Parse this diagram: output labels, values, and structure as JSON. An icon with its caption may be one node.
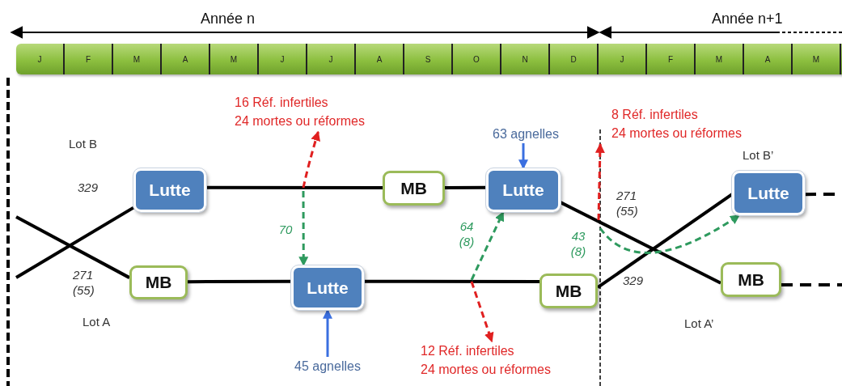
{
  "diagram": {
    "nodes": [
      {
        "text": [
          "Lutte"
        ]
      },
      {
        "text": [
          "MB"
        ]
      },
      {
        "text": [
          "Lutte"
        ]
      },
      {
        "text": [
          "Lutte"
        ]
      },
      {
        "text": [
          "MB"
        ]
      },
      {
        "text": [
          "Lutte"
        ]
      },
      {
        "text": [
          "MB"
        ]
      },
      {
        "text": [
          "MB"
        ]
      },
      {
        "text": [
          "16 Réf. infertiles",
          "24 mortes ou réformes"
        ]
      },
      {
        "text": [
          "63 agnelles"
        ]
      },
      {
        "text": [
          "8 Réf. infertiles",
          "24 mortes ou réformes"
        ]
      },
      {
        "text": [
          "45 agnelles"
        ]
      },
      {
        "text": [
          "12 Réf. infertiles",
          "24 mortes ou réformes"
        ]
      }
    ],
    "edges": [
      {
        "from": null,
        "to": 4,
        "arrow": "none"
      },
      {
        "from": null,
        "to": 0,
        "arrow": "none"
      },
      {
        "from": 0,
        "to": 1,
        "arrow": "none"
      },
      {
        "from": 1,
        "to": 2,
        "arrow": "none"
      },
      {
        "from": 4,
        "to": 5,
        "arrow": "none"
      },
      {
        "from": 5,
        "to": 6,
        "arrow": "none"
      },
      {
        "from": 2,
        "to": 7,
        "arrow": "none"
      },
      {
        "from": 6,
        "to": 3,
        "arrow": "none"
      },
      {
        "from": 3,
        "to": null,
        "arrow": "none",
        "style": "dashed"
      },
      {
        "from": 7,
        "to": null,
        "arrow": "none",
        "style": "dashed"
      },
      {
        "from": null,
        "to": 8,
        "arrow": "to",
        "style": "dashed",
        "color": "#e02020"
      },
      {
        "from": null,
        "to": 12,
        "arrow": "to",
        "style": "dashed",
        "color": "#e02020"
      },
      {
        "from": null,
        "to": 10,
        "arrow": "to",
        "style": "dashed",
        "color": "#e02020"
      },
      {
        "from": 9,
        "to": 2,
        "arrow": "to",
        "color": "#3a6fe0"
      },
      {
        "from": 11,
        "to": 5,
        "arrow": "to",
        "color": "#3a6fe0"
      },
      {
        "from": null,
        "to": 5,
        "arrow": "to",
        "label": "70",
        "style": "dashed",
        "color": "#2e9a5e"
      },
      {
        "from": null,
        "to": 2,
        "arrow": "to",
        "label": "64 (8)",
        "style": "dashed",
        "color": "#2e9a5e"
      },
      {
        "from": null,
        "to": 3,
        "arrow": "to",
        "label": "43 (8)",
        "style": "dashed",
        "color": "#2e9a5e"
      }
    ],
    "labels": [
      "Année n",
      "Année n+1",
      "J",
      "F",
      "M",
      "A",
      "M",
      "J",
      "J",
      "A",
      "S",
      "O",
      "N",
      "D",
      "J",
      "F",
      "M",
      "A",
      "M",
      "Lot B",
      "Lot B’",
      "329",
      "271 (55)",
      "271 (55)",
      "329",
      "Lot A",
      "Lot A’"
    ]
  }
}
